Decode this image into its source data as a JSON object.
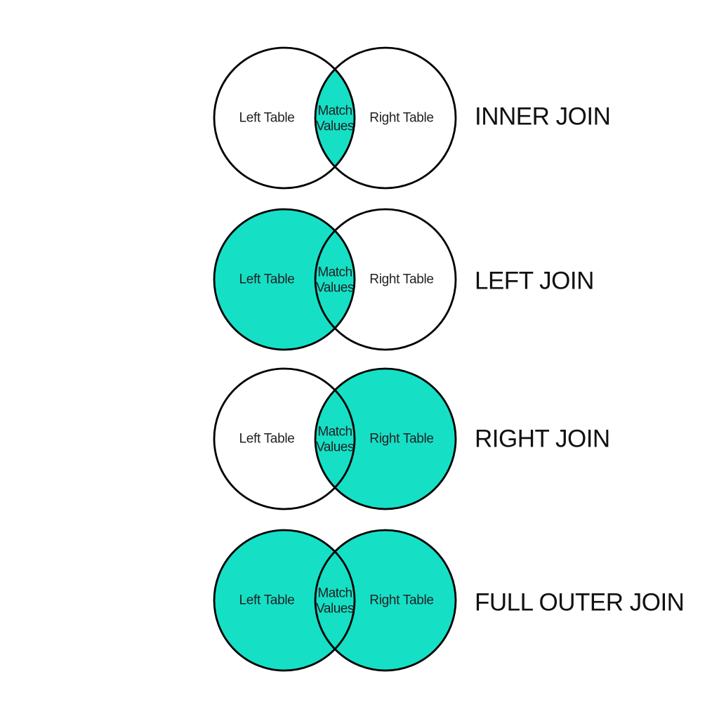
{
  "colors": {
    "highlight": "#15e0c6",
    "unfilled": "#ffffff",
    "outline": "#000000",
    "text": "#231f20",
    "background": "#ffffff"
  },
  "rows": [
    {
      "join_label": "INNER JOIN",
      "left_label": "Left Table",
      "right_label": "Right Table",
      "overlap_label_line1": "Match",
      "overlap_label_line2": "Values",
      "left_fill": "#ffffff",
      "right_fill": "#ffffff",
      "overlap_fill": "#15e0c6"
    },
    {
      "join_label": "LEFT JOIN",
      "left_label": "Left Table",
      "right_label": "Right Table",
      "overlap_label_line1": "Match",
      "overlap_label_line2": "Values",
      "left_fill": "#15e0c6",
      "right_fill": "#ffffff",
      "overlap_fill": "#15e0c6"
    },
    {
      "join_label": "RIGHT JOIN",
      "left_label": "Left Table",
      "right_label": "Right Table",
      "overlap_label_line1": "Match",
      "overlap_label_line2": "Values",
      "left_fill": "#ffffff",
      "right_fill": "#15e0c6",
      "overlap_fill": "#15e0c6"
    },
    {
      "join_label": "FULL OUTER JOIN",
      "left_label": "Left Table",
      "right_label": "Right Table",
      "overlap_label_line1": "Match",
      "overlap_label_line2": "Values",
      "left_fill": "#15e0c6",
      "right_fill": "#15e0c6",
      "overlap_fill": "#15e0c6"
    }
  ]
}
